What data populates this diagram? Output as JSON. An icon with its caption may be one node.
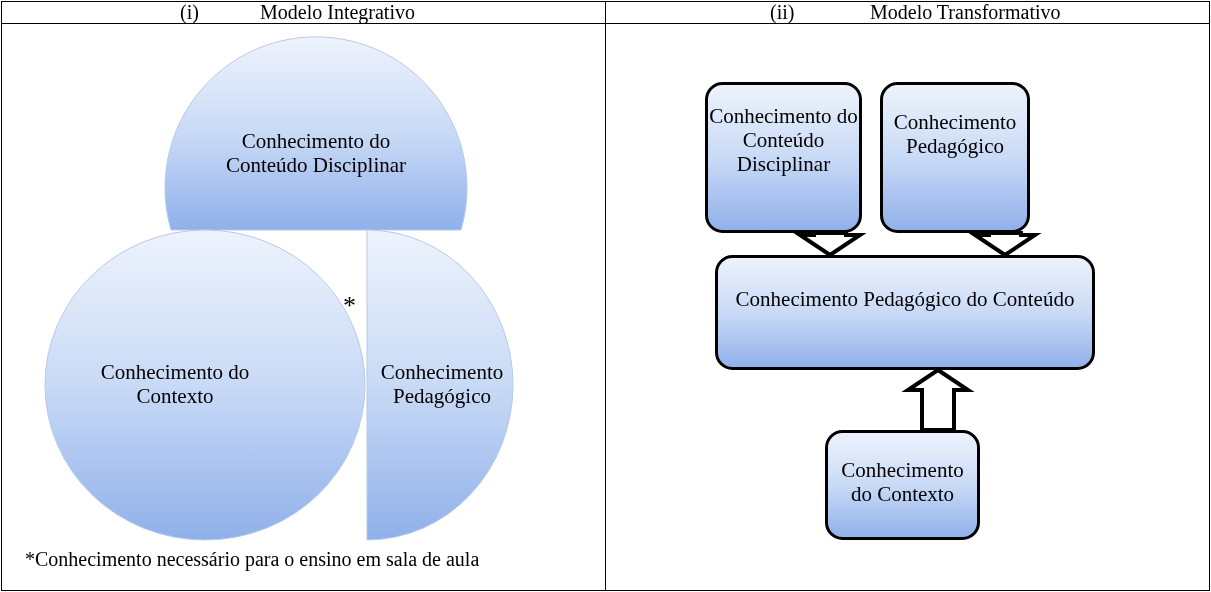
{
  "diagram": {
    "nodes": [
      {
        "text": [
          "Conhecimento do Conteúdo Disciplinar"
        ]
      },
      {
        "text": [
          "Conhecimento do Contexto"
        ]
      },
      {
        "text": [
          "Conhecimento Pedagógico"
        ]
      },
      {
        "text": [
          "Conhecimento do Conteúdo Disciplinar"
        ]
      },
      {
        "text": [
          "Conhecimento Pedagógico"
        ]
      },
      {
        "text": [
          "Conhecimento Pedagógico do Conteúdo"
        ]
      },
      {
        "text": [
          "Conhecimento do Contexto"
        ]
      }
    ],
    "edges": [
      {
        "from": 3,
        "to": 5,
        "arrow": "to"
      },
      {
        "from": 4,
        "to": 5,
        "arrow": "to"
      },
      {
        "from": 6,
        "to": 5,
        "arrow": "to"
      }
    ],
    "labels": [
      "(i)",
      "Modelo Integrativo",
      "(ii)",
      "Modelo Transformativo",
      "*",
      "*Conhecimento necessário para o ensino em sala de aula"
    ]
  }
}
